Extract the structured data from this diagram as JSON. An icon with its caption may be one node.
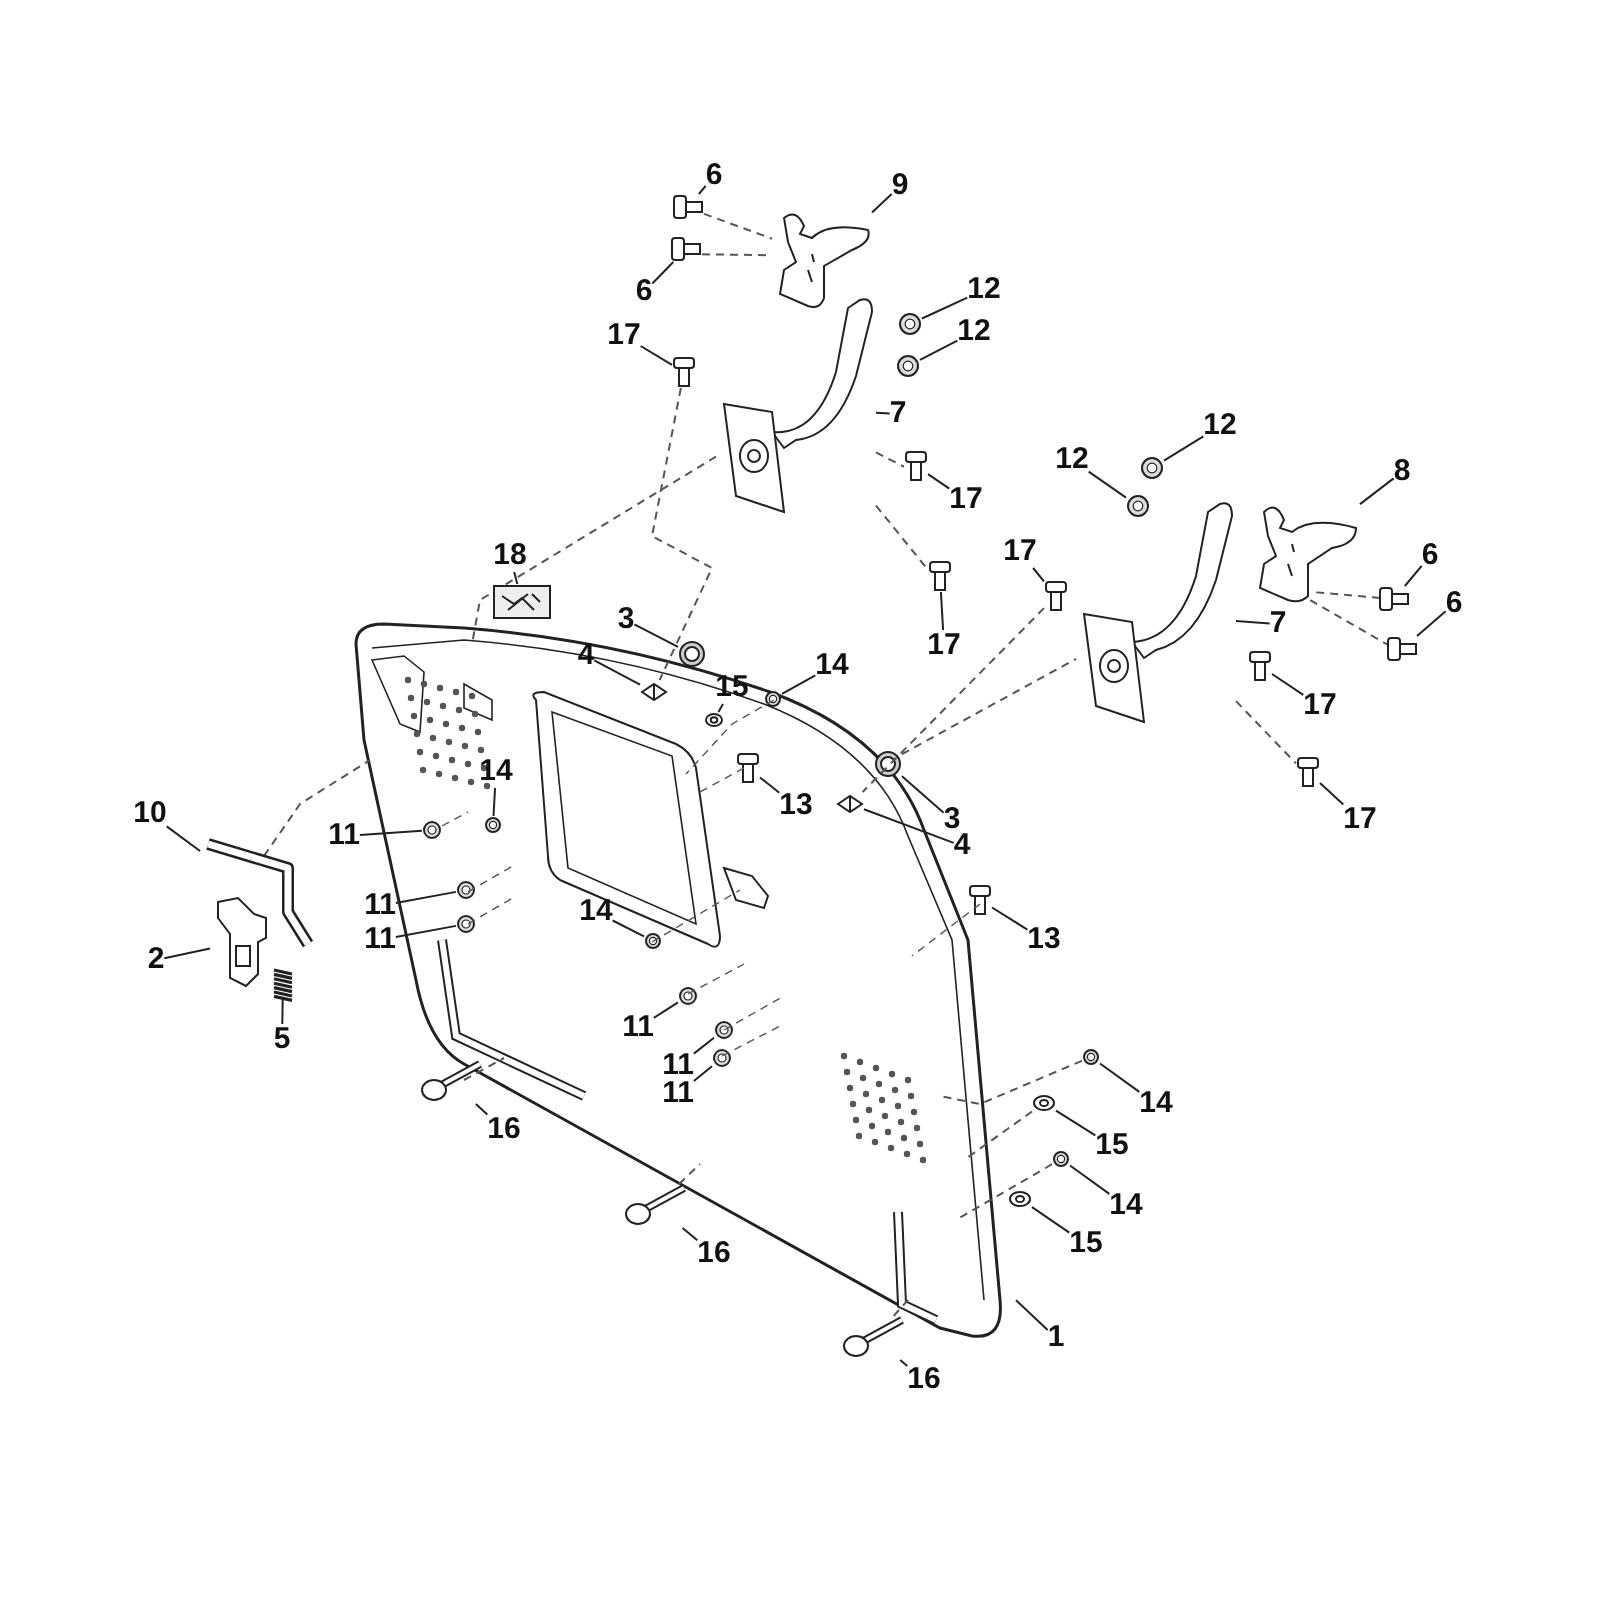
{
  "diagram": {
    "nodes": [
      {
        "text": [
          "6"
        ]
      },
      {
        "text": [],
        "shape": "picture"
      },
      {
        "text": [
          "9"
        ]
      },
      {
        "text": [],
        "shape": "picture"
      },
      {
        "text": [
          "6"
        ]
      },
      {
        "text": [],
        "shape": "picture"
      },
      {
        "text": [
          "12"
        ]
      },
      {
        "text": [],
        "shape": "picture"
      },
      {
        "text": [
          "12"
        ]
      },
      {
        "text": [],
        "shape": "picture"
      },
      {
        "text": [
          "17"
        ]
      },
      {
        "text": [],
        "shape": "picture"
      },
      {
        "text": [
          "7"
        ]
      },
      {
        "text": [],
        "shape": "picture"
      },
      {
        "text": [
          "17"
        ]
      },
      {
        "text": [],
        "shape": "picture"
      },
      {
        "text": [
          "17"
        ]
      },
      {
        "text": [],
        "shape": "picture"
      },
      {
        "text": [
          "12"
        ]
      },
      {
        "text": [],
        "shape": "picture"
      },
      {
        "text": [
          "12"
        ]
      },
      {
        "text": [],
        "shape": "picture"
      },
      {
        "text": [
          "8"
        ]
      },
      {
        "text": [],
        "shape": "picture"
      },
      {
        "text": [
          "17"
        ]
      },
      {
        "text": [],
        "shape": "picture"
      },
      {
        "text": [
          "6"
        ]
      },
      {
        "text": [],
        "shape": "picture"
      },
      {
        "text": [
          "7"
        ]
      },
      {
        "text": [],
        "shape": "picture"
      },
      {
        "text": [
          "6"
        ]
      },
      {
        "text": [],
        "shape": "picture"
      },
      {
        "text": [
          "17"
        ]
      },
      {
        "text": [],
        "shape": "picture"
      },
      {
        "text": [
          "17"
        ]
      },
      {
        "text": [],
        "shape": "picture"
      },
      {
        "text": [
          "18"
        ]
      },
      {
        "text": [],
        "shape": "picture"
      },
      {
        "text": [
          "3"
        ]
      },
      {
        "text": [],
        "shape": "picture",
        "in": 91
      },
      {
        "text": [
          "4"
        ],
        "in": 91
      },
      {
        "text": [],
        "shape": "picture",
        "in": 91
      },
      {
        "text": [
          "15"
        ],
        "in": 91
      },
      {
        "text": [],
        "shape": "picture",
        "in": 91
      },
      {
        "text": [
          "14"
        ],
        "in": 91
      },
      {
        "text": [],
        "shape": "picture",
        "in": 91
      },
      {
        "text": [
          "13"
        ],
        "in": 91
      },
      {
        "text": [],
        "shape": "picture",
        "in": 91
      },
      {
        "text": [
          "3"
        ],
        "in": 91
      },
      {
        "text": [],
        "shape": "picture",
        "in": 91
      },
      {
        "text": [
          "4"
        ],
        "in": 91
      },
      {
        "text": [],
        "shape": "picture",
        "in": 91
      },
      {
        "text": [
          "14"
        ],
        "in": 91
      },
      {
        "text": [],
        "shape": "picture",
        "in": 91
      },
      {
        "text": [
          "10"
        ]
      },
      {
        "text": [],
        "shape": "picture"
      },
      {
        "text": [
          "11"
        ]
      },
      {
        "text": [],
        "shape": "picture",
        "in": 91
      },
      {
        "text": [
          "11"
        ],
        "in": 91
      },
      {
        "text": [],
        "shape": "picture",
        "in": 91
      },
      {
        "text": [
          "11"
        ],
        "in": 91
      },
      {
        "text": [],
        "shape": "picture",
        "in": 91
      },
      {
        "text": [
          "2"
        ]
      },
      {
        "text": [],
        "shape": "picture"
      },
      {
        "text": [
          "5"
        ]
      },
      {
        "text": [],
        "shape": "picture"
      },
      {
        "text": [
          "14"
        ],
        "in": 91
      },
      {
        "text": [],
        "shape": "picture",
        "in": 91
      },
      {
        "text": [
          "13"
        ]
      },
      {
        "text": [],
        "shape": "picture",
        "in": 91
      },
      {
        "text": [
          "11"
        ],
        "in": 91
      },
      {
        "text": [],
        "shape": "picture",
        "in": 91
      },
      {
        "text": [
          "11"
        ],
        "in": 91
      },
      {
        "text": [],
        "shape": "picture",
        "in": 91
      },
      {
        "text": [
          "11"
        ],
        "in": 91
      },
      {
        "text": [],
        "shape": "picture",
        "in": 91
      },
      {
        "text": [
          "14"
        ]
      },
      {
        "text": [],
        "shape": "picture"
      },
      {
        "text": [
          "15"
        ]
      },
      {
        "text": [],
        "shape": "picture"
      },
      {
        "text": [
          "16"
        ]
      },
      {
        "text": [],
        "shape": "picture"
      },
      {
        "text": [
          "14"
        ]
      },
      {
        "text": [],
        "shape": "picture"
      },
      {
        "text": [
          "15"
        ]
      },
      {
        "text": [],
        "shape": "picture"
      },
      {
        "text": [
          "16"
        ]
      },
      {
        "text": [],
        "shape": "picture"
      },
      {
        "text": [
          "16"
        ]
      },
      {
        "text": [],
        "shape": "picture"
      },
      {
        "text": [
          "1"
        ]
      },
      {
        "text": [],
        "shape": "picture"
      }
    ],
    "edges": [
      {
        "from": 0,
        "to": 1,
        "arrow": "none"
      },
      {
        "from": 2,
        "to": 3,
        "arrow": "none"
      },
      {
        "from": 4,
        "to": 5,
        "arrow": "none"
      },
      {
        "from": 6,
        "to": 7,
        "arrow": "none"
      },
      {
        "from": 8,
        "to": 9,
        "arrow": "none"
      },
      {
        "from": 10,
        "to": 11,
        "arrow": "none"
      },
      {
        "from": 12,
        "to": 13,
        "arrow": "none"
      },
      {
        "from": 14,
        "to": 15,
        "arrow": "none"
      },
      {
        "from": 16,
        "to": 17,
        "arrow": "none"
      },
      {
        "from": 18,
        "to": 19,
        "arrow": "none"
      },
      {
        "from": 20,
        "to": 21,
        "arrow": "none"
      },
      {
        "from": 22,
        "to": 23,
        "arrow": "none"
      },
      {
        "from": 24,
        "to": 25,
        "arrow": "none"
      },
      {
        "from": 26,
        "to": 27,
        "arrow": "none"
      },
      {
        "from": 28,
        "to": 29,
        "arrow": "none"
      },
      {
        "from": 30,
        "to": 31,
        "arrow": "none"
      },
      {
        "from": 32,
        "to": 33,
        "arrow": "none"
      },
      {
        "from": 34,
        "to": 35,
        "arrow": "none"
      },
      {
        "from": 36,
        "to": 37,
        "arrow": "none"
      },
      {
        "from": 38,
        "to": 39,
        "arrow": "none"
      },
      {
        "from": 40,
        "to": 41,
        "arrow": "none"
      },
      {
        "from": 42,
        "to": 43,
        "arrow": "none"
      },
      {
        "from": 44,
        "to": 45,
        "arrow": "none"
      },
      {
        "from": 46,
        "to": 47,
        "arrow": "none"
      },
      {
        "from": 48,
        "to": 49,
        "arrow": "none"
      },
      {
        "from": 50,
        "to": 51,
        "arrow": "none"
      },
      {
        "from": 52,
        "to": 53,
        "arrow": "none"
      },
      {
        "from": 54,
        "to": 55,
        "arrow": "none"
      },
      {
        "from": 56,
        "to": 57,
        "arrow": "none"
      },
      {
        "from": 58,
        "to": 59,
        "arrow": "none"
      },
      {
        "from": 60,
        "to": 61,
        "arrow": "none"
      },
      {
        "from": 62,
        "to": 63,
        "arrow": "none"
      },
      {
        "from": 64,
        "to": 65,
        "arrow": "none"
      },
      {
        "from": 66,
        "to": 67,
        "arrow": "none"
      },
      {
        "from": 68,
        "to": 69,
        "arrow": "none"
      },
      {
        "from": 70,
        "to": 71,
        "arrow": "none"
      },
      {
        "from": 72,
        "to": 73,
        "arrow": "none"
      },
      {
        "from": 74,
        "to": 75,
        "arrow": "none"
      },
      {
        "from": 76,
        "to": 77,
        "arrow": "none"
      },
      {
        "from": 78,
        "to": 79,
        "arrow": "none"
      },
      {
        "from": 80,
        "to": 81,
        "arrow": "none"
      },
      {
        "from": 82,
        "to": 83,
        "arrow": "none"
      },
      {
        "from": 84,
        "to": 85,
        "arrow": "none"
      },
      {
        "from": 86,
        "to": 87,
        "arrow": "none"
      },
      {
        "from": 88,
        "to": 89,
        "arrow": "none"
      },
      {
        "from": 90,
        "to": 91,
        "arrow": "none"
      },
      {
        "from": 1,
        "to": 3,
        "arrow": "none",
        "style": "dashed",
        "color": "#555555"
      },
      {
        "from": 5,
        "to": 3,
        "arrow": "none",
        "style": "dashed",
        "color": "#555555"
      },
      {
        "from": 11,
        "to": 41,
        "arrow": "none",
        "style": "dashed",
        "color": "#555555"
      },
      {
        "from": 13,
        "to": 15,
        "arrow": "none",
        "style": "dashed",
        "color": "#555555"
      },
      {
        "from": 13,
        "to": 17,
        "arrow": "none",
        "style": "dashed",
        "color": "#555555"
      },
      {
        "from": 13,
        "to": 91,
        "arrow": "none",
        "style": "dashed",
        "color": "#555555"
      },
      {
        "from": 27,
        "to": 23,
        "arrow": "none",
        "style": "dashed",
        "color": "#555555"
      },
      {
        "from": 31,
        "to": 23,
        "arrow": "none",
        "style": "dashed",
        "color": "#555555"
      },
      {
        "from": 25,
        "to": 51,
        "arrow": "none",
        "style": "dashed",
        "color": "#555555"
      },
      {
        "from": 29,
        "to": 35,
        "arrow": "none",
        "style": "dashed",
        "color": "#555555"
      },
      {
        "from": 49,
        "to": 29,
        "arrow": "none",
        "style": "dashed",
        "color": "#555555"
      },
      {
        "from": 55,
        "to": 91,
        "arrow": "none",
        "style": "dashed",
        "color": "#555555"
      },
      {
        "from": 77,
        "to": 91,
        "arrow": "none",
        "style": "dashed",
        "color": "#555555"
      },
      {
        "from": 79,
        "to": 91,
        "arrow": "none",
        "style": "dashed",
        "color": "#555555"
      },
      {
        "from": 83,
        "to": 91,
        "arrow": "none",
        "style": "dashed",
        "color": "#555555"
      },
      {
        "from": 81,
        "to": 91,
        "arrow": "none",
        "style": "dashed",
        "color": "#555555"
      },
      {
        "from": 87,
        "to": 91,
        "arrow": "none",
        "style": "dashed",
        "color": "#555555"
      },
      {
        "from": 89,
        "to": 91,
        "arrow": "none",
        "style": "dashed",
        "color": "#555555"
      }
    ]
  }
}
